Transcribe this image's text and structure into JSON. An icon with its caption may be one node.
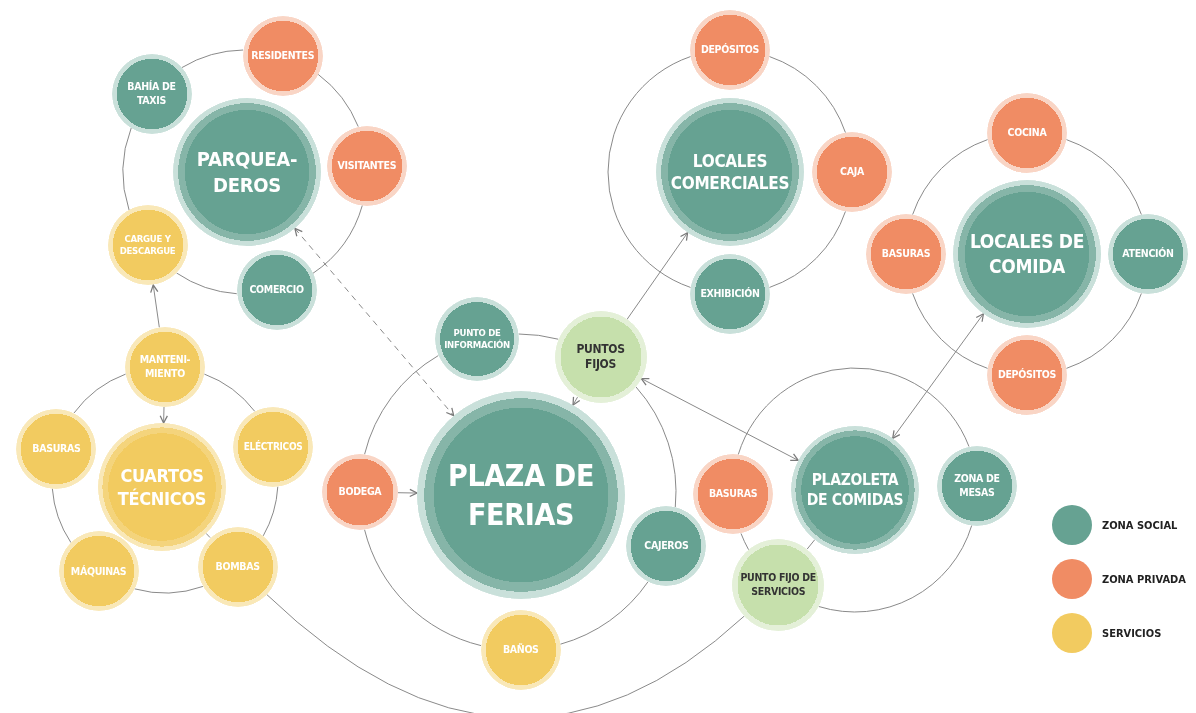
{
  "diagram": {
    "nodes": [
      {
        "text": [
          "PARQUEA-DEROS"
        ]
      },
      {
        "text": [
          "BAHÍA DE TAXIS"
        ]
      },
      {
        "text": [
          "RESIDENTES"
        ]
      },
      {
        "text": [
          "VISITANTES"
        ]
      },
      {
        "text": [
          "COMERCIO"
        ]
      },
      {
        "text": [
          "CARGUE Y DESCARGUE"
        ]
      },
      {
        "text": [
          "LOCALES COMERCIALES"
        ]
      },
      {
        "text": [
          "DEPÓSITOS"
        ]
      },
      {
        "text": [
          "CAJA"
        ]
      },
      {
        "text": [
          "EXHIBICIÓN"
        ]
      },
      {
        "text": [
          "LOCALES DE COMIDA"
        ]
      },
      {
        "text": [
          "COCINA"
        ]
      },
      {
        "text": [
          "BASURAS"
        ]
      },
      {
        "text": [
          "ATENCIÓN"
        ]
      },
      {
        "text": [
          "DEPÓSITOS"
        ]
      },
      {
        "text": [
          "CUARTOS TÉCNICOS"
        ]
      },
      {
        "text": [
          "MANTENI-MIENTO"
        ]
      },
      {
        "text": [
          "BASURAS"
        ]
      },
      {
        "text": [
          "ELÉCTRICOS"
        ]
      },
      {
        "text": [
          "MÁQUINAS"
        ]
      },
      {
        "text": [
          "BOMBAS"
        ]
      },
      {
        "text": [
          "PLAZA DE FERIAS"
        ]
      },
      {
        "text": [
          "PUNTO DE INFORMACIÓN"
        ]
      },
      {
        "text": [
          "PUNTOS FIJOS"
        ]
      },
      {
        "text": [
          "BODEGA"
        ]
      },
      {
        "text": [
          "CAJEROS"
        ]
      },
      {
        "text": [
          "BAÑOS"
        ]
      },
      {
        "text": [
          "PLAZOLETA DE COMIDAS"
        ]
      },
      {
        "text": [
          "BASURAS"
        ]
      },
      {
        "text": [
          "ZONA DE MESAS"
        ]
      },
      {
        "text": [
          "PUNTO FIJO DE SERVICIOS"
        ]
      }
    ],
    "edges": [
      {
        "from": 1,
        "to": 2,
        "arrow": "none"
      },
      {
        "from": 2,
        "to": 3,
        "arrow": "none"
      },
      {
        "from": 3,
        "to": 4,
        "arrow": "none"
      },
      {
        "from": 4,
        "to": 5,
        "arrow": "none"
      },
      {
        "from": 5,
        "to": 1,
        "arrow": "none"
      },
      {
        "from": 16,
        "to": 18,
        "arrow": "none"
      },
      {
        "from": 18,
        "to": 20,
        "arrow": "none"
      },
      {
        "from": 20,
        "to": 19,
        "arrow": "none"
      },
      {
        "from": 19,
        "to": 17,
        "arrow": "none"
      },
      {
        "from": 17,
        "to": 16,
        "arrow": "none"
      },
      {
        "from": 7,
        "to": 8,
        "arrow": "none"
      },
      {
        "from": 8,
        "to": 9,
        "arrow": "none"
      },
      {
        "from": 9,
        "to": 7,
        "arrow": "none"
      },
      {
        "from": 11,
        "to": 13,
        "arrow": "none"
      },
      {
        "from": 13,
        "to": 14,
        "arrow": "none"
      },
      {
        "from": 14,
        "to": 12,
        "arrow": "none"
      },
      {
        "from": 12,
        "to": 11,
        "arrow": "none"
      },
      {
        "from": 22,
        "to": 23,
        "arrow": "none"
      },
      {
        "from": 23,
        "to": 25,
        "arrow": "none"
      },
      {
        "from": 25,
        "to": 26,
        "arrow": "none"
      },
      {
        "from": 26,
        "to": 24,
        "arrow": "none"
      },
      {
        "from": 24,
        "to": 22,
        "arrow": "none"
      },
      {
        "from": 28,
        "to": 29,
        "arrow": "none"
      },
      {
        "from": 29,
        "to": 30,
        "arrow": "none"
      },
      {
        "from": 30,
        "to": 28,
        "arrow": "none"
      },
      {
        "from": 16,
        "to": 5,
        "arrow": "to"
      },
      {
        "from": 16,
        "to": 15,
        "arrow": "to"
      },
      {
        "from": 15,
        "to": 20,
        "arrow": "none"
      },
      {
        "from": 0,
        "to": 21,
        "arrow": "both",
        "style": "dashed"
      },
      {
        "from": 23,
        "to": 6,
        "arrow": "to"
      },
      {
        "from": 23,
        "to": 21,
        "arrow": "to"
      },
      {
        "from": 23,
        "to": 27,
        "arrow": "both"
      },
      {
        "from": 27,
        "to": 10,
        "arrow": "both"
      },
      {
        "from": 24,
        "to": 21,
        "arrow": "to"
      },
      {
        "from": 27,
        "to": 30,
        "arrow": "none"
      },
      {
        "from": 20,
        "to": 30,
        "arrow": "none"
      }
    ],
    "legend": [
      {
        "text": "ZONA SOCIAL",
        "color": "#66a292"
      },
      {
        "text": "ZONA PRIVADA",
        "color": "#f08c64"
      },
      {
        "text": "SERVICIOS",
        "color": "#f2cb60"
      }
    ]
  }
}
